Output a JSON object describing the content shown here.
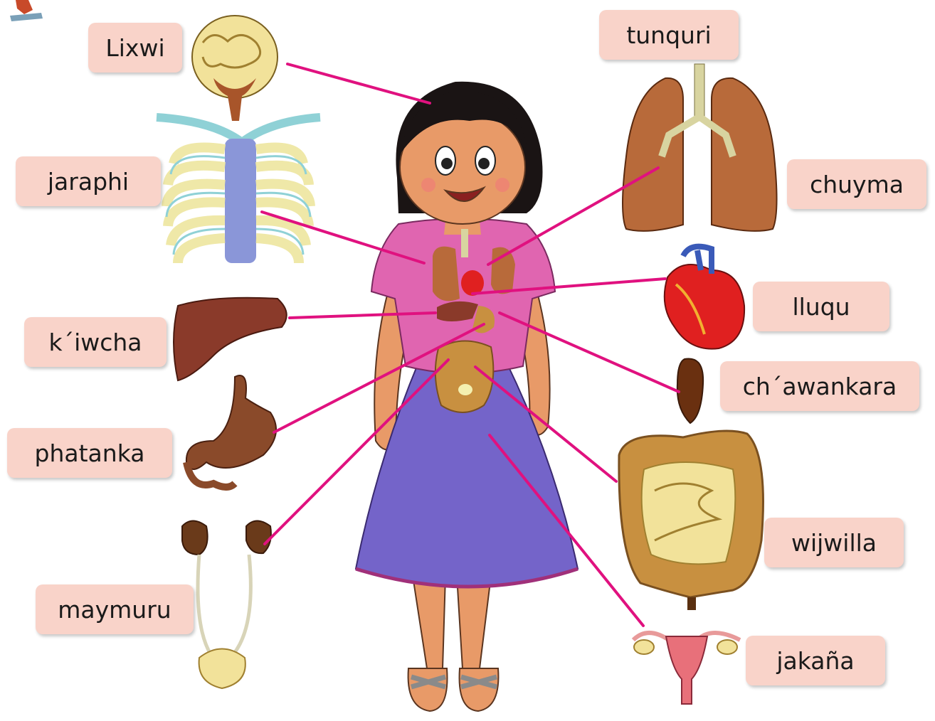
{
  "labels": {
    "brain": "Lixwi",
    "ribs": "jaraphi",
    "liver": "k´iwcha",
    "stomach": "phatanka",
    "kidneys": "maymuru",
    "trachea": "tunquri",
    "lungs": "chuyma",
    "heart": "lluqu",
    "spleen": "ch´awankara",
    "intestines": "wijwilla",
    "uterus": "jakaña"
  },
  "colors": {
    "label_fill": "#f9d3c9",
    "connector_line": "#e0117f",
    "blouse": "#e065b0",
    "skirt": "#7464c9",
    "skin": "#e89a68",
    "hair": "#1a1414"
  }
}
